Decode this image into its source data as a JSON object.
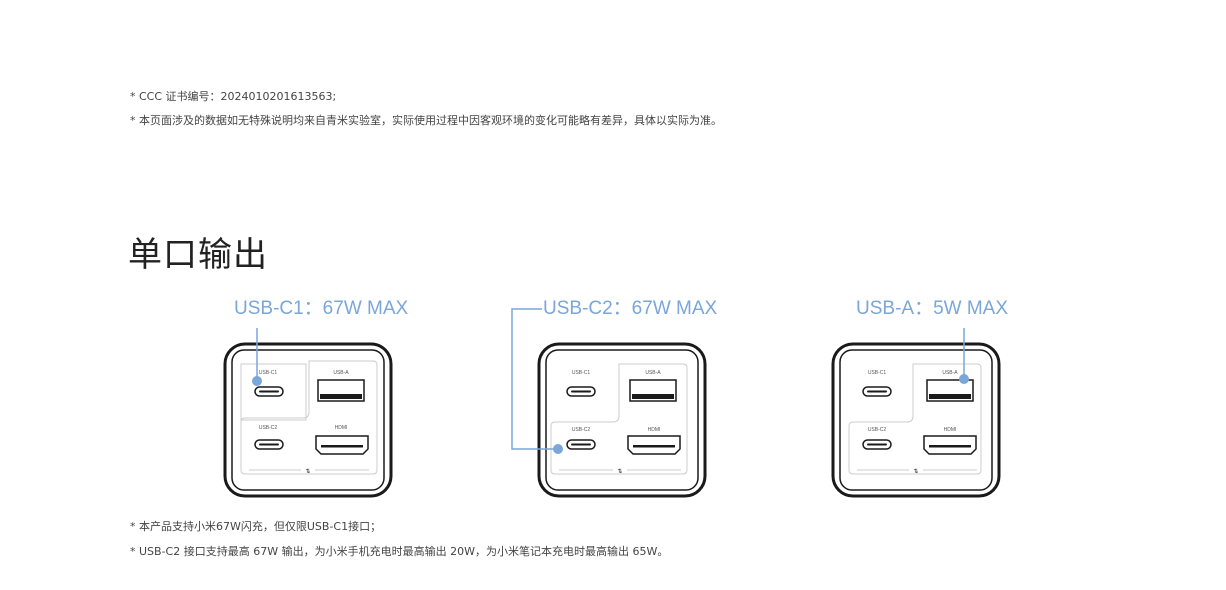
{
  "notes_top": [
    "* CCC 证书编号：2024010201613563;",
    "* 本页面涉及的数据如无特殊说明均来自青米实验室，实际使用过程中因客观环境的变化可能略有差异，具体以实际为准。"
  ],
  "section_title": "单口输出",
  "devices": [
    {
      "callout": "USB-C1：67W MAX",
      "highlight": "usb-c1",
      "port_labels": {
        "c1": "USB-C1",
        "a": "USB-A",
        "c2": "USB-C2",
        "hdmi": "HDMI"
      }
    },
    {
      "callout": "USB-C2：67W MAX",
      "highlight": "usb-c2",
      "port_labels": {
        "c1": "USB-C1",
        "a": "USB-A",
        "c2": "USB-C2",
        "hdmi": "HDMI"
      }
    },
    {
      "callout": "USB-A：5W MAX",
      "highlight": "usb-a",
      "port_labels": {
        "c1": "USB-C1",
        "a": "USB-A",
        "c2": "USB-C2",
        "hdmi": "HDMI"
      }
    }
  ],
  "notes_bottom": [
    "* 本产品支持小米67W闪充，但仅限USB-C1接口；",
    "* USB-C2 接口支持最高 67W 输出，为小米手机充电时最高输出 20W，为小米笔记本充电时最高输出 65W。"
  ],
  "colors": {
    "accent": "#7aa6d9",
    "device_outline": "#1a1a1a",
    "panel_line": "#bbbbbb"
  }
}
